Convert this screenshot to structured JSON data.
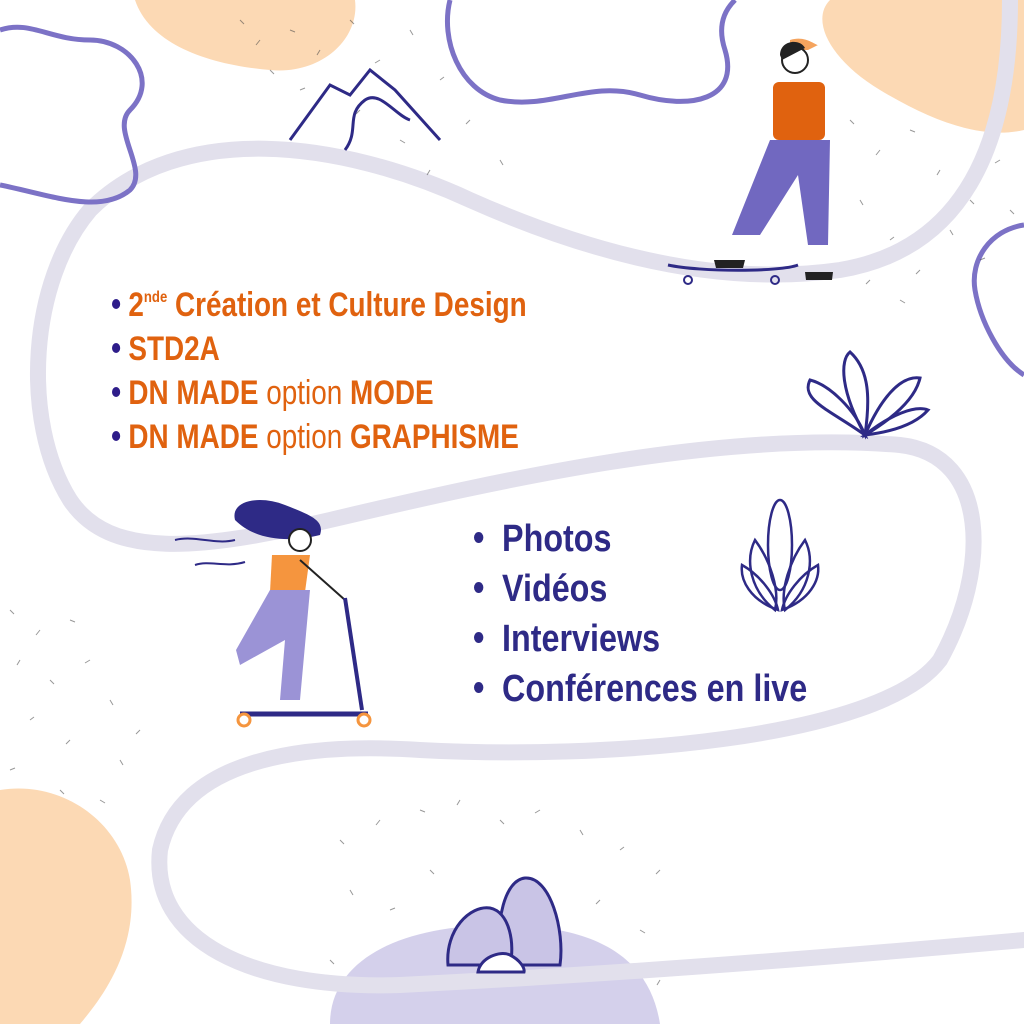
{
  "programs": [
    {
      "parts": [
        {
          "text": "2",
          "style": "bold"
        },
        {
          "text": "nde",
          "style": "sup"
        },
        {
          "text": " Création et Culture Design",
          "style": "bold"
        }
      ]
    },
    {
      "parts": [
        {
          "text": "STD2A",
          "style": "bold"
        }
      ]
    },
    {
      "parts": [
        {
          "text": "DN MADE",
          "style": "bold"
        },
        {
          "text": " option ",
          "style": "light"
        },
        {
          "text": "MODE",
          "style": "bold"
        }
      ]
    },
    {
      "parts": [
        {
          "text": "DN MADE",
          "style": "bold"
        },
        {
          "text": " option ",
          "style": "light"
        },
        {
          "text": "GRAPHISME",
          "style": "bold"
        }
      ]
    }
  ],
  "media": [
    "Photos",
    "Vidéos",
    "Interviews",
    "Conférences en live"
  ],
  "colors": {
    "orange": "#e0620f",
    "navy": "#2e2a86",
    "path": "#e2e0ec",
    "peach": "#fcd9b4",
    "lavender": "#7c72c6"
  }
}
